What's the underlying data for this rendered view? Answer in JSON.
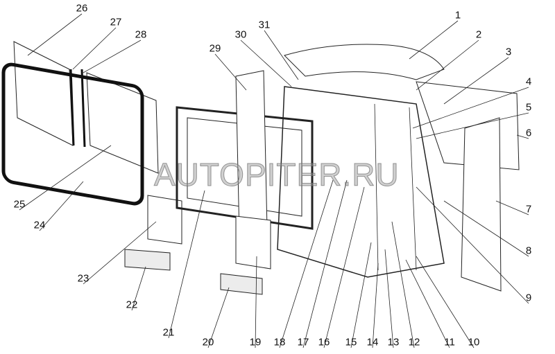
{
  "diagram": {
    "title": "Exploded view of cab body parts",
    "watermark": "AUTOPITER.RU",
    "callouts": [
      "1",
      "2",
      "3",
      "4",
      "5",
      "6",
      "7",
      "8",
      "9",
      "10",
      "11",
      "12",
      "13",
      "14",
      "15",
      "16",
      "17",
      "18",
      "19",
      "20",
      "21",
      "22",
      "23",
      "24",
      "25",
      "26",
      "27",
      "28",
      "29",
      "30",
      "31"
    ]
  }
}
